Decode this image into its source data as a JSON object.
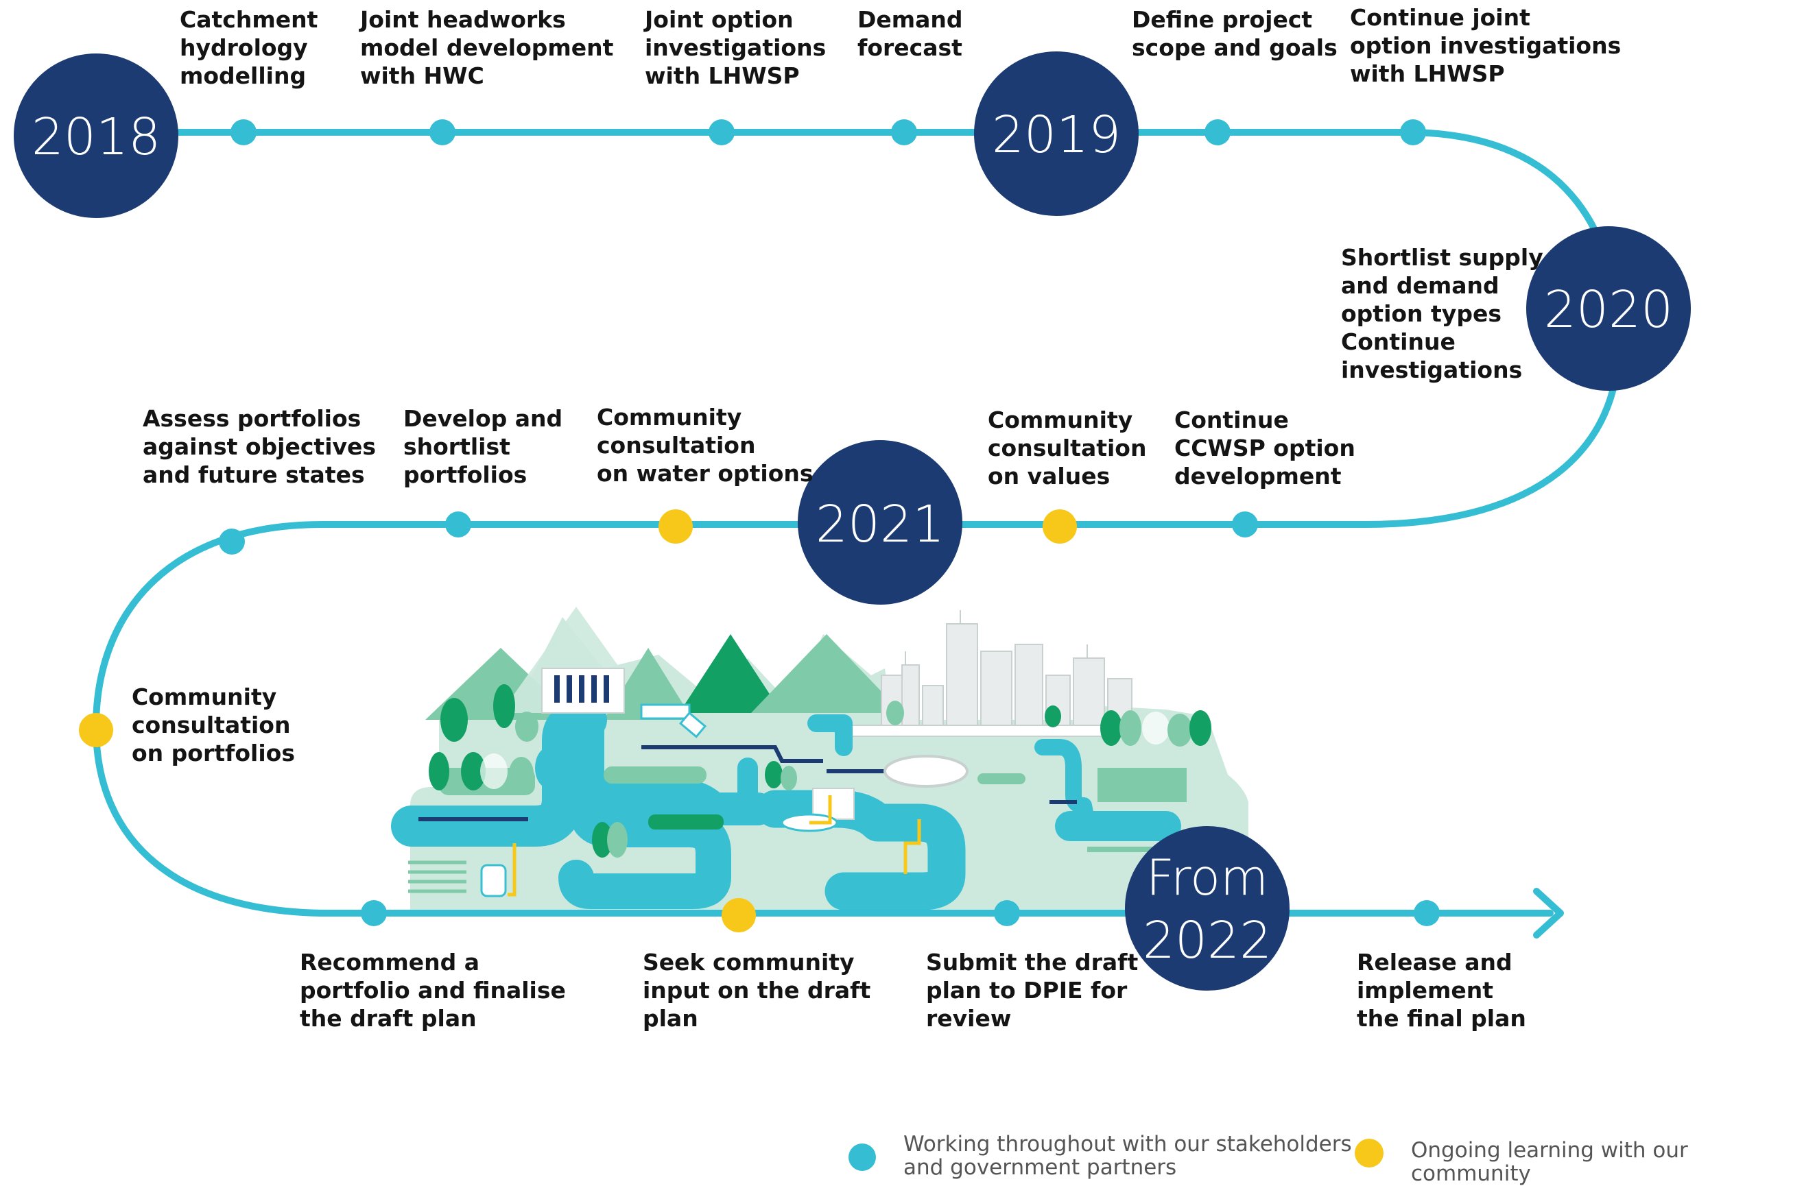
{
  "colors": {
    "path": "#35bdd3",
    "stakeholder_dot": "#35bdd3",
    "community_dot": "#f7c71a",
    "year_circle": "#1d3b73",
    "year_text": "#ffffff",
    "label_text": "#141414",
    "legend_text": "#555555",
    "scene_light": "#cde9de",
    "scene_mid": "#7fcaa8",
    "scene_dark": "#13a064",
    "water": "#38bfd2",
    "water_dark": "#1d3b73"
  },
  "years": {
    "y2018": "2018",
    "y2019": "2019",
    "y2020": "2020",
    "y2021": "2021",
    "y2022_line1": "From",
    "y2022_line2": "2022"
  },
  "milestones": {
    "catchment": "Catchment\nhydrology\nmodelling",
    "headworks": "Joint headworks\nmodel development\nwith HWC",
    "joint_option": "Joint option\ninvestigations\nwith LHWSP",
    "demand": "Demand\nforecast",
    "define_scope": "Define project\nscope and goals",
    "continue_joint": "Continue joint\noption investigations\nwith LHWSP",
    "shortlist": "Shortlist supply\nand demand\noption types\nContinue\ninvestigations",
    "continue_ccwsp": "Continue\nCCWSP option\ndevelopment",
    "consult_values": "Community\nconsultation\non values",
    "consult_water": "Community\nconsultation\non water options",
    "develop_portfolios": "Develop and\nshortlist\nportfolios",
    "assess_portfolios": "Assess portfolios\nagainst objectives\nand future states",
    "consult_portfolios": "Community\nconsultation\non portfolios",
    "recommend": "Recommend a\nportfolio and finalise\nthe draft plan",
    "seek_input": "Seek community\ninput on the draft\nplan",
    "submit_draft": "Submit the draft\nplan to DPIE for\nreview",
    "release": "Release and\nimplement\nthe final plan"
  },
  "legend": {
    "stakeholders": "Working throughout with our stakeholders\nand government partners",
    "community": "Ongoing learning with our community"
  },
  "icons": {
    "scene": "water-cycle-city-landscape-illustration",
    "arrow": "arrow-right-icon"
  }
}
